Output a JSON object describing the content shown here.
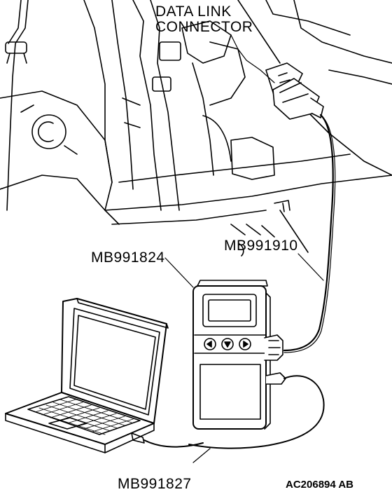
{
  "labels": {
    "connector_line1": "DATA LINK",
    "connector_line2": "CONNECTOR",
    "tool_mb991824": "MB991824",
    "cable_mb991910": "MB991910",
    "cable_mb991827": "MB991827",
    "figure_code": "AC206894 AB"
  }
}
